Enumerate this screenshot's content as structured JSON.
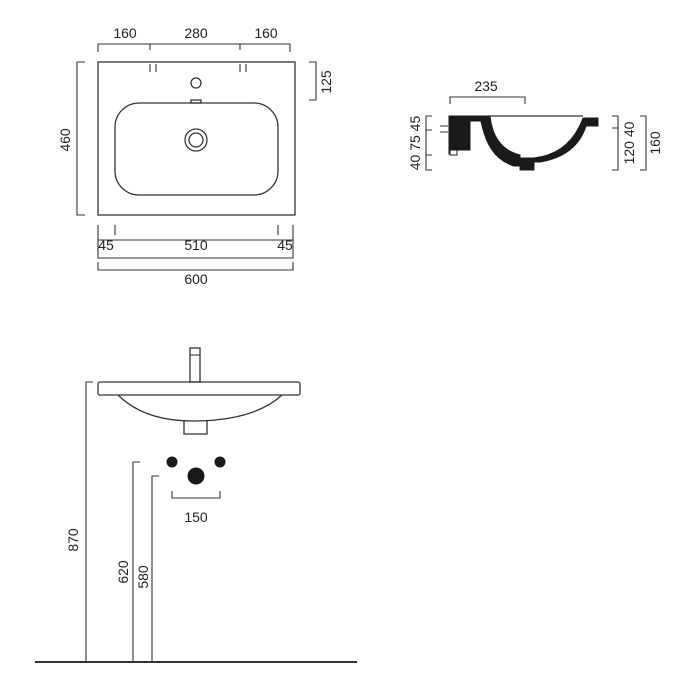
{
  "top_view": {
    "w_left": "160",
    "w_mid": "280",
    "w_right": "160",
    "depth": "460",
    "tap_offset": "125",
    "margin_left": "45",
    "bowl_width": "510",
    "margin_right": "45",
    "total_width": "600"
  },
  "section_view": {
    "depth_to_drain": "235",
    "left_dims": "40 75 45",
    "right_inner": "120 40",
    "total_height": "160"
  },
  "front_view": {
    "height_top": "870",
    "height_supply": "620",
    "height_waste": "580",
    "supply_spacing": "150"
  }
}
